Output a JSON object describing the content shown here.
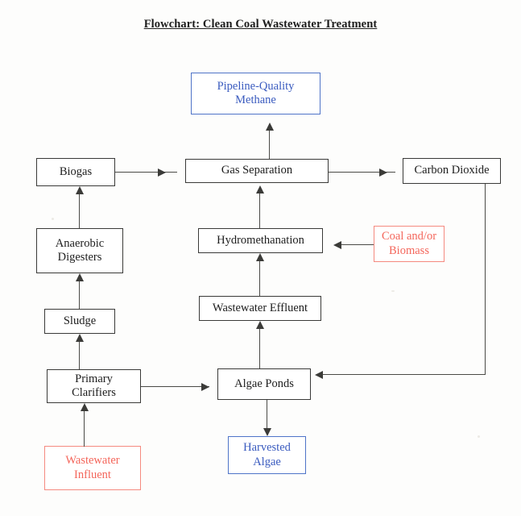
{
  "document": {
    "title": "Flowchart: Clean Coal Wastewater Treatment"
  },
  "colors": {
    "box_black": "#3a3a38",
    "box_blue": "#4f74c8",
    "text_blue": "#3a5bbf",
    "box_red": "#f58a80",
    "text_red": "#f4665b",
    "arrow": "#4a4a46",
    "background": "#fdfdfc"
  },
  "nodes": [
    {
      "id": "pipeline_methane",
      "label": "Pipeline-Quality\nMethane",
      "line1": "Pipeline-Quality",
      "line2": "Methane",
      "style": "blue"
    },
    {
      "id": "biogas",
      "label": "Biogas",
      "line1": "Biogas",
      "line2": "",
      "style": "black"
    },
    {
      "id": "gas_separation",
      "label": "Gas Separation",
      "line1": "Gas Separation",
      "line2": "",
      "style": "black"
    },
    {
      "id": "carbon_dioxide",
      "label": "Carbon Dioxide",
      "line1": "Carbon Dioxide",
      "line2": "",
      "style": "black"
    },
    {
      "id": "anaerobic_digesters",
      "label": "Anaerobic\nDigesters",
      "line1": "Anaerobic",
      "line2": "Digesters",
      "style": "black"
    },
    {
      "id": "hydromethanation",
      "label": "Hydromethanation",
      "line1": "Hydromethanation",
      "line2": "",
      "style": "black"
    },
    {
      "id": "coal_biomass",
      "label": "Coal and/or\nBiomass",
      "line1": "Coal and/or",
      "line2": "Biomass",
      "style": "red"
    },
    {
      "id": "sludge",
      "label": "Sludge",
      "line1": "Sludge",
      "line2": "",
      "style": "black"
    },
    {
      "id": "wastewater_effluent",
      "label": "Wastewater Effluent",
      "line1": "Wastewater Effluent",
      "line2": "",
      "style": "black"
    },
    {
      "id": "primary_clarifiers",
      "label": "Primary\nClarifiers",
      "line1": "Primary",
      "line2": "Clarifiers",
      "style": "black"
    },
    {
      "id": "algae_ponds",
      "label": "Algae Ponds",
      "line1": "Algae Ponds",
      "line2": "",
      "style": "black"
    },
    {
      "id": "wastewater_influent",
      "label": "Wastewater\nInfluent",
      "line1": "Wastewater",
      "line2": "Influent",
      "style": "red"
    },
    {
      "id": "harvested_algae",
      "label": "Harvested\nAlgae",
      "line1": "Harvested",
      "line2": "Algae",
      "style": "blue"
    }
  ],
  "edges": [
    {
      "from": "wastewater_influent",
      "to": "primary_clarifiers",
      "direction": "up"
    },
    {
      "from": "primary_clarifiers",
      "to": "sludge",
      "direction": "up"
    },
    {
      "from": "sludge",
      "to": "anaerobic_digesters",
      "direction": "up"
    },
    {
      "from": "anaerobic_digesters",
      "to": "biogas",
      "direction": "up"
    },
    {
      "from": "biogas",
      "to": "gas_separation",
      "direction": "right"
    },
    {
      "from": "gas_separation",
      "to": "pipeline_methane",
      "direction": "up"
    },
    {
      "from": "gas_separation",
      "to": "carbon_dioxide",
      "direction": "right"
    },
    {
      "from": "hydromethanation",
      "to": "gas_separation",
      "direction": "up"
    },
    {
      "from": "coal_biomass",
      "to": "hydromethanation",
      "direction": "left"
    },
    {
      "from": "wastewater_effluent",
      "to": "hydromethanation",
      "direction": "up"
    },
    {
      "from": "algae_ponds",
      "to": "wastewater_effluent",
      "direction": "up"
    },
    {
      "from": "primary_clarifiers",
      "to": "algae_ponds",
      "direction": "right"
    },
    {
      "from": "carbon_dioxide",
      "to": "algae_ponds",
      "direction": "left"
    },
    {
      "from": "algae_ponds",
      "to": "harvested_algae",
      "direction": "down"
    }
  ]
}
